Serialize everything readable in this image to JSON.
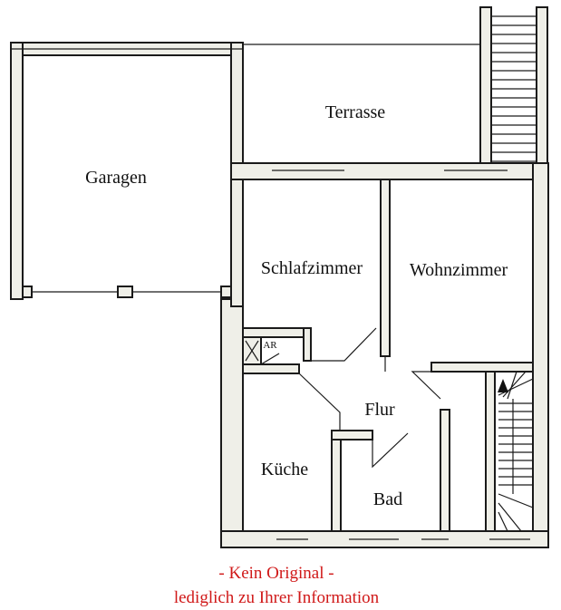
{
  "rooms": {
    "terrasse": "Terrasse",
    "garagen": "Garagen",
    "schlafzimmer": "Schlafzimmer",
    "wohnzimmer": "Wohnzimmer",
    "ar": "AR",
    "flur": "Flur",
    "kueche": "Küche",
    "bad": "Bad"
  },
  "notice": {
    "line1": "- Kein Original -",
    "line2": "lediglich zu Ihrer Information"
  },
  "colors": {
    "walls": "#1a1a1a",
    "wall_fill": "#efefe8",
    "notice": "#d01818"
  }
}
